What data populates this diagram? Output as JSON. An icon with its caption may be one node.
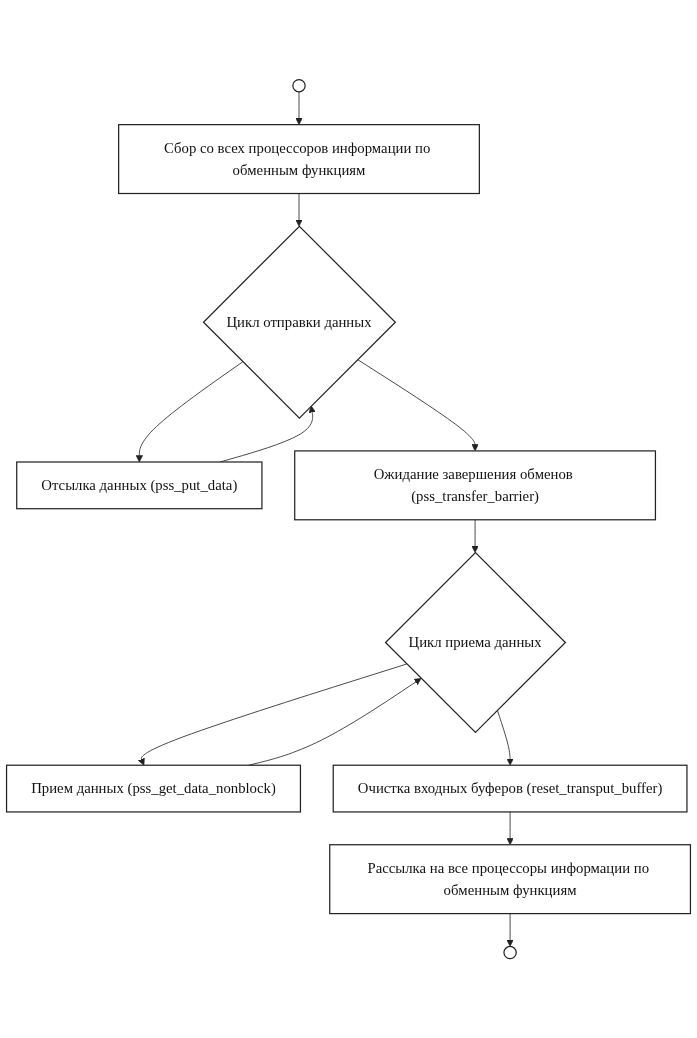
{
  "diagram": {
    "nodes": [
      {
        "text": [],
        "shape": "circle"
      },
      {
        "text": [
          "Сбор со всех процессоров информации по обменным функциям"
        ]
      },
      {
        "text": [
          "Цикл отправки данных"
        ]
      },
      {
        "text": [
          "Отсылка данных (pss_put_data)"
        ]
      },
      {
        "text": [
          "Ожидание завершения обменов (pss_transfer_barrier)"
        ]
      },
      {
        "text": [
          "Цикл приема данных"
        ]
      },
      {
        "text": [
          "Прием данных (pss_get_data_nonblock)"
        ]
      },
      {
        "text": [
          "Очистка входных буферов (reset_transput_buffer)"
        ]
      },
      {
        "text": [
          "Рассылка на все процессоры информации по обменным функциям"
        ]
      },
      {
        "text": [],
        "shape": "circle"
      }
    ],
    "edges": [
      {
        "from": 0,
        "to": 1,
        "arrow": "to"
      },
      {
        "from": 1,
        "to": 2,
        "arrow": "to"
      },
      {
        "from": 2,
        "to": 3,
        "arrow": "to"
      },
      {
        "from": 3,
        "to": 2,
        "arrow": "to"
      },
      {
        "from": 2,
        "to": 4,
        "arrow": "to"
      },
      {
        "from": 4,
        "to": 5,
        "arrow": "to"
      },
      {
        "from": 5,
        "to": 6,
        "arrow": "to"
      },
      {
        "from": 6,
        "to": 5,
        "arrow": "to"
      },
      {
        "from": 5,
        "to": 7,
        "arrow": "to"
      },
      {
        "from": 7,
        "to": 8,
        "arrow": "to"
      },
      {
        "from": 8,
        "to": 9,
        "arrow": "to"
      }
    ]
  }
}
